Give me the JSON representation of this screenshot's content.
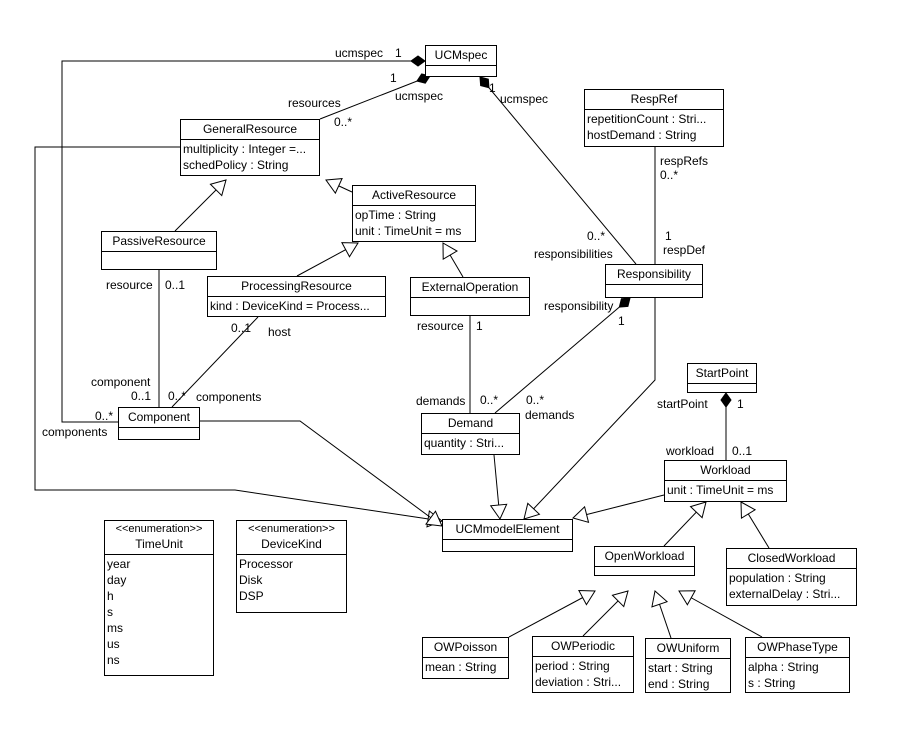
{
  "classes": {
    "ucmspec": {
      "name": "UCMspec",
      "attrs": []
    },
    "general_resource": {
      "name": "GeneralResource",
      "attrs": [
        "multiplicity : Integer =...",
        "schedPolicy : String"
      ]
    },
    "active_resource": {
      "name": "ActiveResource",
      "attrs": [
        "opTime : String",
        "unit : TimeUnit = ms"
      ]
    },
    "passive_resource": {
      "name": "PassiveResource",
      "attrs": []
    },
    "processing_resource": {
      "name": "ProcessingResource",
      "attrs": [
        "kind : DeviceKind = Process..."
      ]
    },
    "external_operation": {
      "name": "ExternalOperation",
      "attrs": []
    },
    "resp_ref": {
      "name": "RespRef",
      "attrs": [
        "repetitionCount : Stri...",
        "hostDemand : String"
      ]
    },
    "responsibility": {
      "name": "Responsibility",
      "attrs": []
    },
    "component": {
      "name": "Component",
      "attrs": []
    },
    "demand": {
      "name": "Demand",
      "attrs": [
        "quantity : Stri..."
      ]
    },
    "start_point": {
      "name": "StartPoint",
      "attrs": []
    },
    "workload": {
      "name": "Workload",
      "attrs": [
        "unit : TimeUnit = ms"
      ]
    },
    "ucm_model_element": {
      "name": "UCMmodelElement",
      "attrs": []
    },
    "open_workload": {
      "name": "OpenWorkload",
      "attrs": []
    },
    "closed_workload": {
      "name": "ClosedWorkload",
      "attrs": [
        "population : String",
        "externalDelay : Stri..."
      ]
    },
    "ow_poisson": {
      "name": "OWPoisson",
      "attrs": [
        "mean : String"
      ]
    },
    "ow_periodic": {
      "name": "OWPeriodic",
      "attrs": [
        "period : String",
        "deviation : Stri..."
      ]
    },
    "ow_uniform": {
      "name": "OWUniform",
      "attrs": [
        "start : String",
        "end : String"
      ]
    },
    "ow_phase_type": {
      "name": "OWPhaseType",
      "attrs": [
        "alpha : String",
        "s : String"
      ]
    },
    "time_unit": {
      "stereotype": "<<enumeration>>",
      "name": "TimeUnit",
      "attrs": [
        "year",
        "day",
        "h",
        "s",
        "ms",
        "us",
        "ns"
      ]
    },
    "device_kind": {
      "stereotype": "<<enumeration>>",
      "name": "DeviceKind",
      "attrs": [
        "Processor",
        "Disk",
        "DSP"
      ]
    }
  },
  "labels": [
    "ucmspec",
    "1",
    "1",
    "resources",
    "ucmspec",
    "0..*",
    "1",
    "ucmspec",
    "respRefs",
    "0..*",
    "1",
    "respDef",
    "0..*",
    "responsibilities",
    "resource",
    "0..1",
    "resource",
    "1",
    "responsibility",
    "1",
    "0..1",
    "host",
    "component",
    "0..1",
    "0..*",
    "components",
    "0..*",
    "components",
    "demands",
    "0..*",
    "0..*",
    "demands",
    "startPoint",
    "1",
    "workload",
    "0..1"
  ]
}
